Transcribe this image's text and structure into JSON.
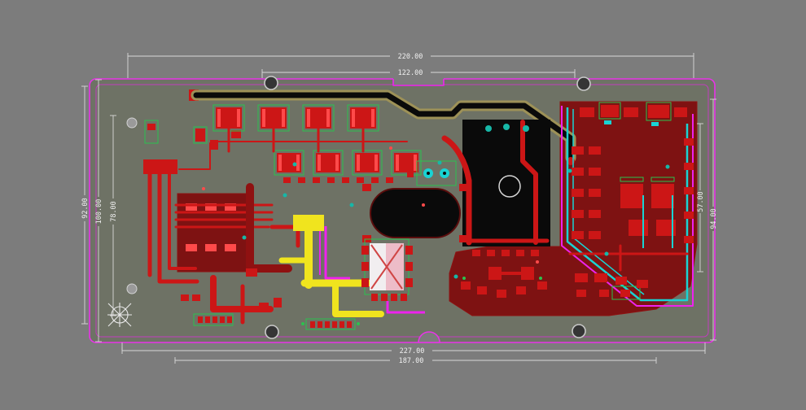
{
  "dimension_labels": {
    "top_outer": "220.00",
    "top_inner": "122.00",
    "bottom_outer": "227.00",
    "bottom_inner": "187.00",
    "left_outer": "92.00",
    "left_middle": "100.00",
    "left_inner": "78.00",
    "right_inner": "57.00",
    "right_outer": "94.00"
  },
  "colors": {
    "background": "#7c7c7c",
    "board_fill": "#6e7265",
    "outline_magenta": "#e833e8",
    "copper_red": "#cc1616",
    "copper_bright": "#ff4a4a",
    "plane_maroon": "#7e1212",
    "dark_red": "#8f1111",
    "trace_yellow": "#f0e41e",
    "trace_cyan": "#19d3d3",
    "trace_magenta": "#ee22ee",
    "silkscreen_green": "#2bc24e",
    "dimension_line": "#d9d9d9",
    "dimension_text": "#f0f0f0",
    "black_region": "#0a0a0a",
    "khaki_trace": "#9d9157",
    "teal_pad": "#17b7a7",
    "white_part": "#f1eef0"
  }
}
